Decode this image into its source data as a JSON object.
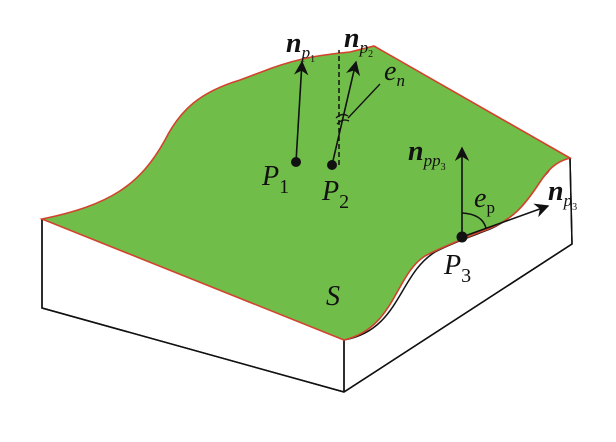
{
  "labels": {
    "n1_main": "n",
    "n1_sub": "p",
    "n1_subsub": "1",
    "n2_main": "n",
    "n2_sub": "p",
    "n2_subsub": "2",
    "en_main": "e",
    "en_sub": "n",
    "p1_main": "P",
    "p1_sub": "1",
    "p2_main": "P",
    "p2_sub": "2",
    "npp3_main": "n",
    "npp3_sub": "pp",
    "npp3_subsub": "3",
    "ep_main": "e",
    "ep_sub": "p",
    "np3_main": "n",
    "np3_sub": "p",
    "np3_subsub": "3",
    "p3_main": "P",
    "p3_sub": "3",
    "surface": "S"
  },
  "colors": {
    "surface_fill": "#71bd4a",
    "surface_edge": "#d1432c",
    "ink": "#111111"
  }
}
